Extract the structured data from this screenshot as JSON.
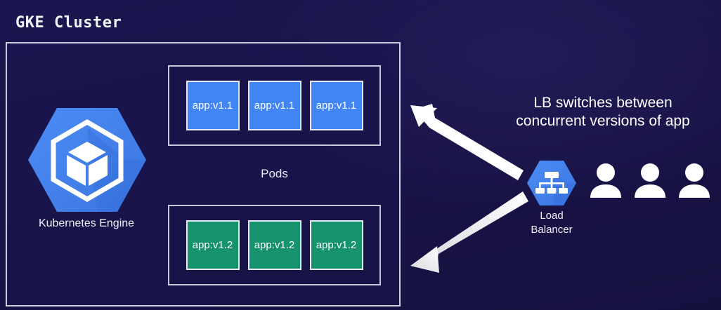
{
  "diagram": {
    "title": "GKE Cluster",
    "background_color": "#171547"
  },
  "cluster": {
    "engine": {
      "label": "Kubernetes Engine",
      "icon": "kubernetes-engine-hexagon-icon",
      "hex_color": "#4285f4"
    },
    "pods_label": "Pods",
    "pod_groups": [
      {
        "name": "version-1-1",
        "color": "#4285f4",
        "pods": [
          "app:v1.1",
          "app:v1.1",
          "app:v1.1"
        ]
      },
      {
        "name": "version-1-2",
        "color": "#16926f",
        "pods": [
          "app:v1.2",
          "app:v1.2",
          "app:v1.2"
        ]
      }
    ]
  },
  "load_balancer": {
    "label_line1": "Load",
    "label_line2": "Balancer",
    "icon": "load-balancer-hexagon-icon",
    "hex_color": "#4285f4"
  },
  "annotation": {
    "line1": "LB switches between",
    "line2": "concurrent versions of app"
  },
  "users": {
    "count": 3,
    "icon": "user-person-icon",
    "color": "#ffffff"
  },
  "arrows": [
    {
      "name": "lb-to-v1-1-arrow",
      "direction": "up-left",
      "color": "#ffffff"
    },
    {
      "name": "lb-to-v1-2-arrow",
      "direction": "down-left",
      "color": "#e3e3e8"
    }
  ]
}
